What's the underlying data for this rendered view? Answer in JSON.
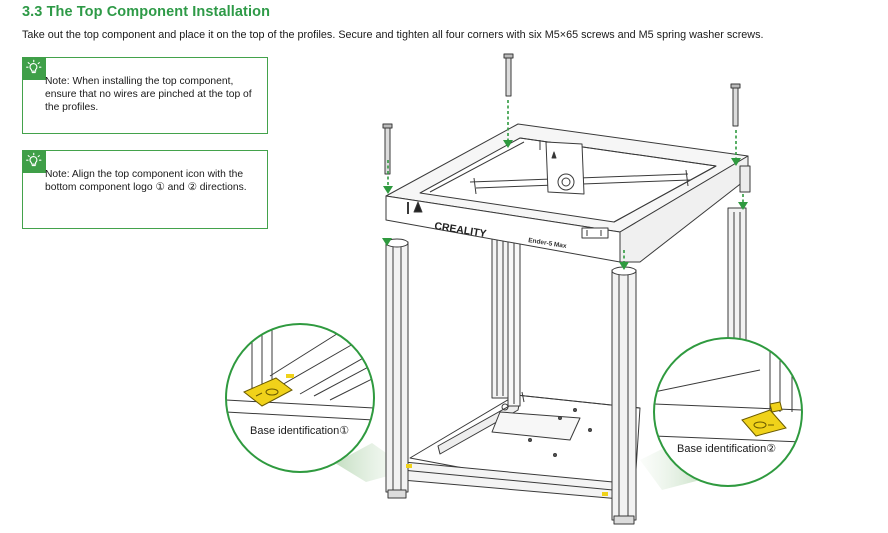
{
  "section": {
    "title": "3.3 The Top Component Installation",
    "intro": "Take out the top component and place it on the top of the profiles. Secure and tighten all four corners with six M5×65 screws and M5 spring washer screws."
  },
  "notes": [
    {
      "icon": "lightbulb-icon",
      "text": "Note: When installing the top component, ensure that no wires are pinched at the top of the profiles."
    },
    {
      "icon": "lightbulb-icon",
      "text": "Note: Align the top component icon with the bottom component logo ① and ② directions."
    }
  ],
  "printer": {
    "brand": "CREALITY",
    "model": "Ender-5 Max"
  },
  "callouts": [
    {
      "label": "Base identification①"
    },
    {
      "label": "Base identification②"
    }
  ],
  "colors": {
    "accent_green": "#2e9a47",
    "note_border": "#43a24b",
    "arrow_green": "#2f9a3f",
    "marker_yellow": "#f0d21a"
  }
}
